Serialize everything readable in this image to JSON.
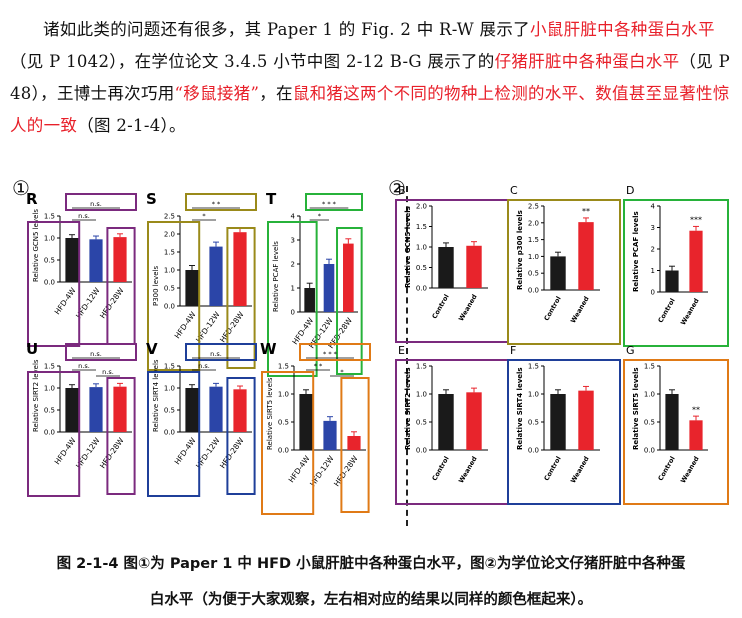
{
  "paragraph": {
    "seg1": "诸如此类的问题还有很多，其 Paper 1 的 Fig. 2 中 R-W 展示了",
    "seg2_red": "小鼠肝脏中各种蛋白水平",
    "seg3": "（见 P 1042），在学位论文 3.4.5 小节中图 2-12 B-G 展示了的",
    "seg4_red": "仔猪肝脏中各种蛋白水平",
    "seg5": "（见 P 48），王博士再次巧用",
    "seg6_red": "“移鼠接猪”",
    "seg7": "，在",
    "seg8_red": "鼠和猪这两个不同的物种上检测的水平、数值甚至显著性惊人的一致",
    "seg9": "（图 2-1-4）。"
  },
  "figure": {
    "marker_left": "①",
    "marker_right": "②"
  },
  "caption": {
    "line1": "图 2-1-4  图①为 Paper 1 中 HFD 小鼠肝脏中各种蛋白水平，图②为学位论文仔猪肝脏中各种蛋",
    "line2": "白水平（为便于大家观察，左右相对应的结果以同样的颜色框起来）。"
  },
  "colors": {
    "purple": "#7b2a7e",
    "olive": "#9a8a1a",
    "green": "#27b23a",
    "blue": "#1f3f99",
    "orange": "#e07a16",
    "bar_black": "#1a1a1a",
    "bar_blue": "#2b45a8",
    "bar_red": "#e8242c"
  },
  "chart_data": [
    {
      "panel": "R",
      "type": "bar",
      "ylabel": "Relative GCN5 levels",
      "categories": [
        "HFD-4W",
        "HFD-12W",
        "HFD-28W"
      ],
      "values": [
        1.0,
        0.97,
        1.02
      ],
      "ylim": [
        0,
        1.5
      ],
      "yticks": [
        "0.0",
        "0.5",
        "1.0",
        "1.5"
      ],
      "sig": [
        {
          "label": "n.s."
        },
        {
          "label": "n.s."
        }
      ]
    },
    {
      "panel": "S",
      "type": "bar",
      "ylabel": "P300 levels",
      "categories": [
        "HFD-4W",
        "HFD-12W",
        "HFD-28W"
      ],
      "values": [
        1.0,
        1.65,
        2.05
      ],
      "ylim": [
        0,
        2.5
      ],
      "yticks": [
        "0.0",
        "0.5",
        "1.0",
        "1.5",
        "2.0",
        "2.5"
      ],
      "sig": [
        {
          "label": "* *"
        },
        {
          "label": "*"
        }
      ]
    },
    {
      "panel": "T",
      "type": "bar",
      "ylabel": "Relative PCAF levels",
      "categories": [
        "HFD-4W",
        "HFD-12W",
        "HFD-28W"
      ],
      "values": [
        1.0,
        2.0,
        2.85
      ],
      "ylim": [
        0,
        4
      ],
      "yticks": [
        "0",
        "1",
        "2",
        "3",
        "4"
      ],
      "sig": [
        {
          "label": "* * *"
        },
        {
          "label": "*"
        }
      ]
    },
    {
      "panel": "U",
      "type": "bar",
      "ylabel": "Relative SIRT2 levels",
      "categories": [
        "HFD-4W",
        "HFD-12W",
        "HFD-28W"
      ],
      "values": [
        1.0,
        1.02,
        1.03
      ],
      "ylim": [
        0,
        1.5
      ],
      "yticks": [
        "0.0",
        "0.5",
        "1.0",
        "1.5"
      ],
      "sig": [
        {
          "label": "n.s."
        },
        {
          "label": "n.s."
        },
        {
          "label": "n.s."
        }
      ]
    },
    {
      "panel": "V",
      "type": "bar",
      "ylabel": "Relative SIRT4 levels",
      "categories": [
        "HFD-4W",
        "HFD-12W",
        "HFD-28W"
      ],
      "values": [
        1.0,
        1.03,
        0.97
      ],
      "ylim": [
        0,
        1.5
      ],
      "yticks": [
        "0.0",
        "0.5",
        "1.0",
        "1.5"
      ],
      "sig": [
        {
          "label": "n.s."
        },
        {
          "label": "n.s."
        }
      ]
    },
    {
      "panel": "W",
      "type": "bar",
      "ylabel": "Relative SIRT5 levels",
      "categories": [
        "HFD-4W",
        "HFD-12W",
        "HFD-28W"
      ],
      "values": [
        1.0,
        0.52,
        0.25
      ],
      "ylim": [
        0,
        1.5
      ],
      "yticks": [
        "0.0",
        "0.5",
        "1.0",
        "1.5"
      ],
      "sig": [
        {
          "label": "* * *"
        },
        {
          "label": "* *"
        },
        {
          "label": "*"
        }
      ]
    },
    {
      "panel": "B",
      "type": "bar",
      "ylabel": "Relative GCN5 levels",
      "categories": [
        "Control",
        "Weaned"
      ],
      "values": [
        1.0,
        1.03
      ],
      "ylim": [
        0,
        2.0
      ],
      "yticks": [
        "0.0",
        "0.5",
        "1.0",
        "1.5",
        "2.0"
      ],
      "sig": []
    },
    {
      "panel": "C",
      "type": "bar",
      "ylabel": "Relative p300 levels",
      "categories": [
        "Control",
        "Weaned"
      ],
      "values": [
        1.0,
        2.02
      ],
      "ylim": [
        0,
        2.5
      ],
      "yticks": [
        "0.0",
        "0.5",
        "1.0",
        "1.5",
        "2.0",
        "2.5"
      ],
      "sig": [
        {
          "label": "**"
        }
      ]
    },
    {
      "panel": "D",
      "type": "bar",
      "ylabel": "Relative PCAF levels",
      "categories": [
        "Control",
        "Weaned"
      ],
      "values": [
        1.0,
        2.85
      ],
      "ylim": [
        0,
        4
      ],
      "yticks": [
        "0",
        "1",
        "2",
        "3",
        "4"
      ],
      "sig": [
        {
          "label": "***"
        }
      ]
    },
    {
      "panel": "E",
      "type": "bar",
      "ylabel": "Relative SIRT2 levels",
      "categories": [
        "Control",
        "Weaned"
      ],
      "values": [
        1.0,
        1.03
      ],
      "ylim": [
        0,
        1.5
      ],
      "yticks": [
        "0.0",
        "0.5",
        "1.0",
        "1.5"
      ],
      "sig": []
    },
    {
      "panel": "F",
      "type": "bar",
      "ylabel": "Relative SIRT4 levels",
      "categories": [
        "Control",
        "Weaned"
      ],
      "values": [
        1.0,
        1.06
      ],
      "ylim": [
        0,
        1.5
      ],
      "yticks": [
        "0.0",
        "0.5",
        "1.0",
        "1.5"
      ],
      "sig": []
    },
    {
      "panel": "G",
      "type": "bar",
      "ylabel": "Relative SIRT5 levels",
      "categories": [
        "Control",
        "Weaned"
      ],
      "values": [
        1.0,
        0.53
      ],
      "ylim": [
        0,
        1.5
      ],
      "yticks": [
        "0.0",
        "0.5",
        "1.0",
        "1.5"
      ],
      "sig": [
        {
          "label": "**"
        }
      ]
    }
  ]
}
